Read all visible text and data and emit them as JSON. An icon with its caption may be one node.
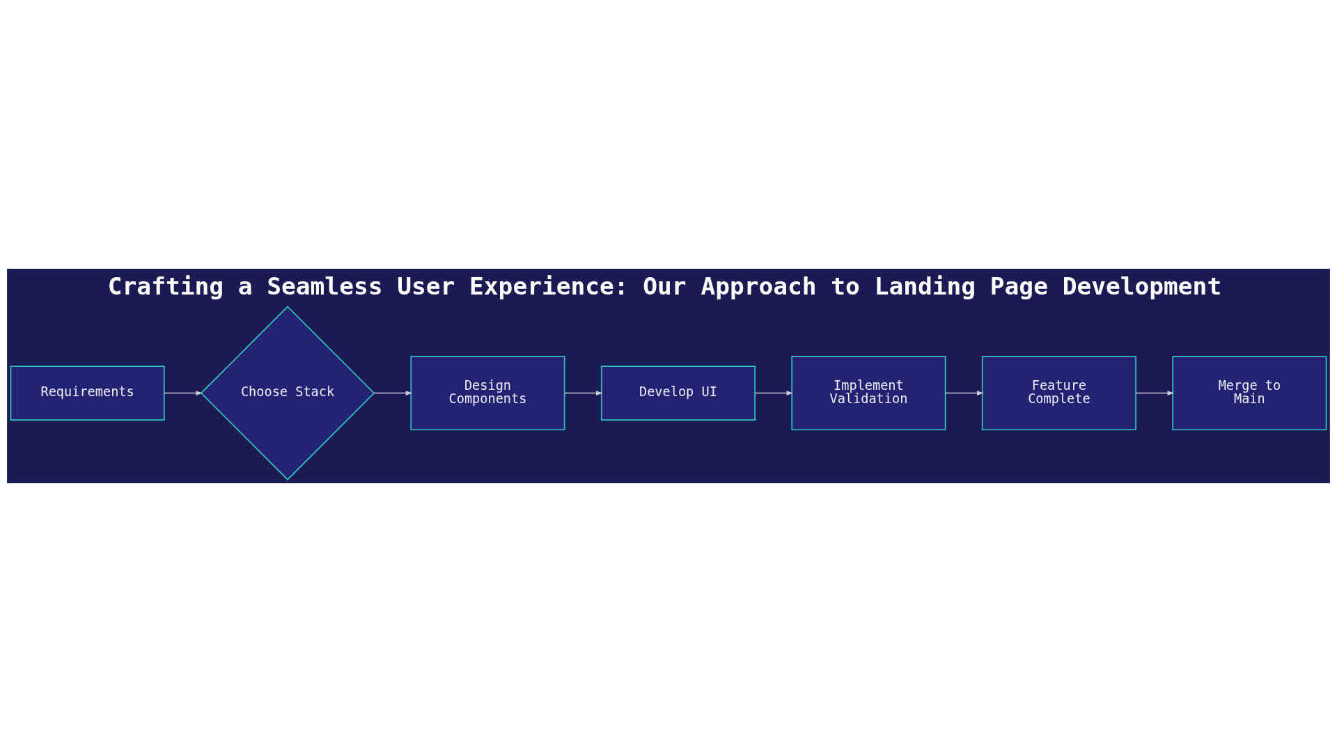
{
  "diagram": {
    "title": "Crafting a Seamless User Experience: Our Approach to Landing Page Development",
    "nodes": [
      {
        "text": [
          "Requirements"
        ]
      },
      {
        "text": [
          "Choose Stack"
        ]
      },
      {
        "text": [
          "Design Components"
        ]
      },
      {
        "text": [
          "Develop UI"
        ]
      },
      {
        "text": [
          "Implement Validation"
        ]
      },
      {
        "text": [
          "Feature Complete"
        ]
      },
      {
        "text": [
          "Merge to Main"
        ]
      }
    ],
    "edges": [
      {
        "from": 0,
        "to": 1,
        "arrow": "to"
      },
      {
        "from": 1,
        "to": 2,
        "arrow": "to"
      },
      {
        "from": 2,
        "to": 3,
        "arrow": "to"
      },
      {
        "from": 3,
        "to": 4,
        "arrow": "to"
      },
      {
        "from": 4,
        "to": 5,
        "arrow": "to"
      },
      {
        "from": 5,
        "to": 6,
        "arrow": "to"
      }
    ]
  }
}
